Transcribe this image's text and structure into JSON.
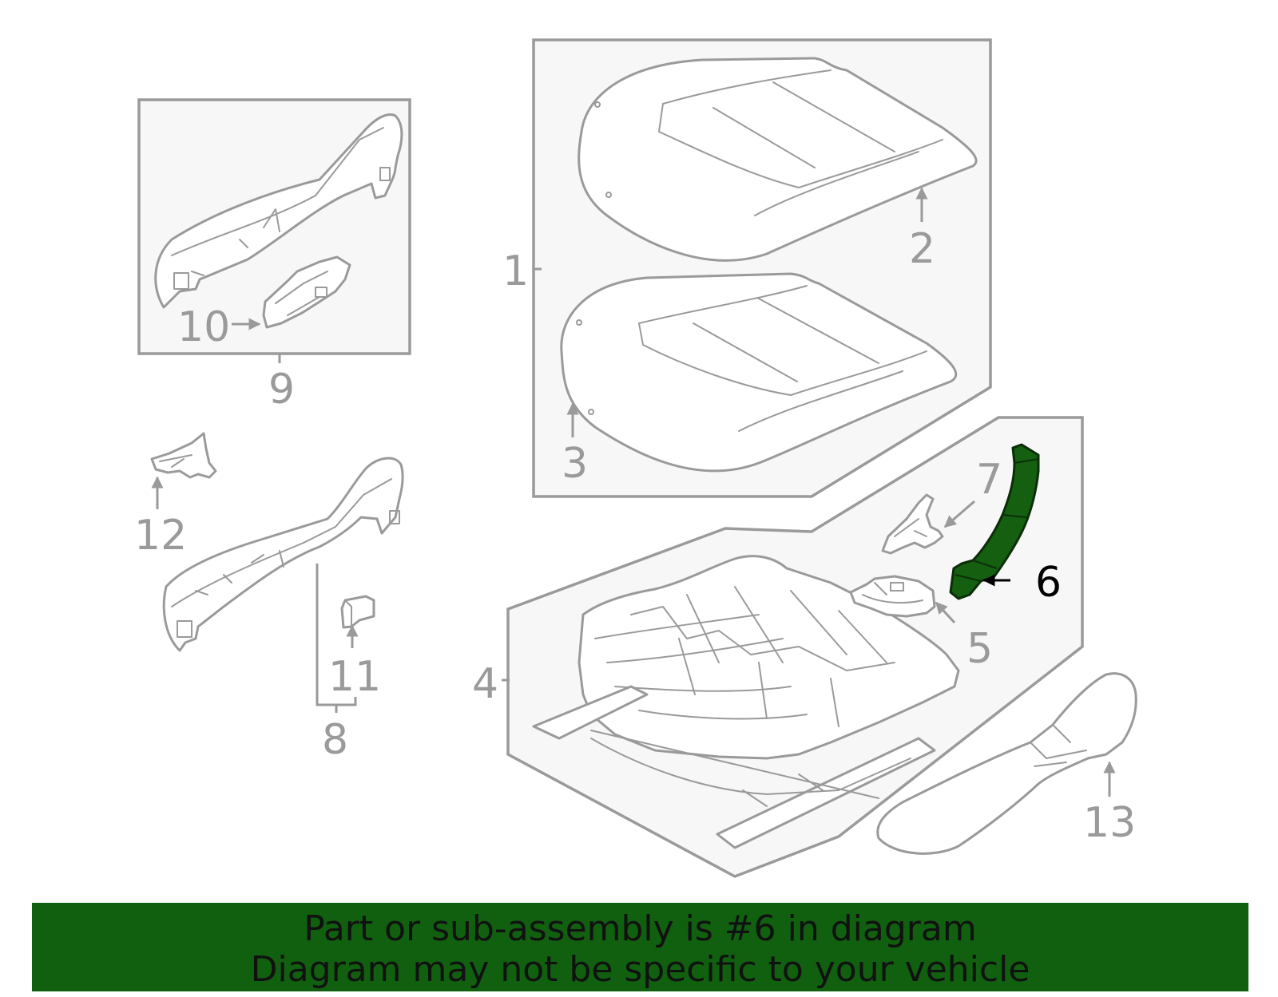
{
  "callouts": {
    "c1": "1",
    "c2": "2",
    "c3": "3",
    "c4": "4",
    "c5": "5",
    "c6": "6",
    "c7": "7",
    "c8": "8",
    "c9": "9",
    "c10": "10",
    "c11": "11",
    "c12": "12",
    "c13": "13"
  },
  "highlighted_part": "6",
  "colors": {
    "highlight": "#156010",
    "banner": "#116010",
    "line": "#9a9a9a"
  },
  "banner": {
    "line1": "Part or sub-assembly is #6 in diagram",
    "line2": "Diagram may not be specific to your vehicle"
  }
}
